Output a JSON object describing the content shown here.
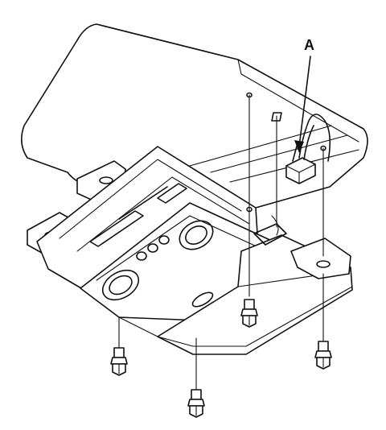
{
  "callouts": [
    {
      "id": "A",
      "label": "A"
    }
  ],
  "parts": {
    "roof_panel": "roof-panel",
    "console_unit": "overhead-console-unit",
    "connector": "connector",
    "bolts": [
      "bolt-1",
      "bolt-2",
      "bolt-3",
      "bolt-4"
    ]
  }
}
